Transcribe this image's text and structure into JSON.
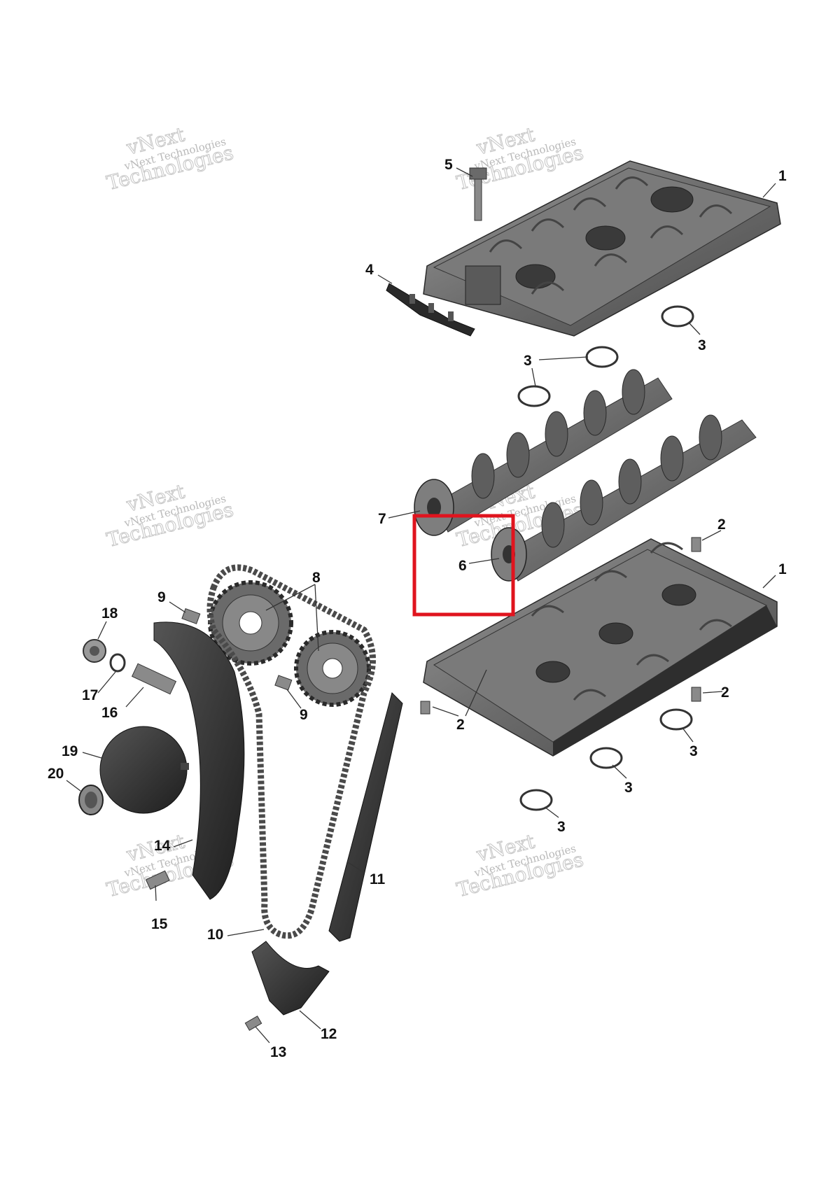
{
  "watermark": {
    "line1": "vNext Technologies",
    "line2": "Technologies",
    "line3": "vNext"
  },
  "callouts": {
    "c1_top": "1",
    "c1_bottom": "1",
    "c2_a": "2",
    "c2_b": "2",
    "c2_c": "2",
    "c3_a": "3",
    "c3_b": "3",
    "c3_c": "3",
    "c3_d": "3",
    "c3_e": "3",
    "c4": "4",
    "c5": "5",
    "c6": "6",
    "c7": "7",
    "c8": "8",
    "c9_a": "9",
    "c9_b": "9",
    "c10": "10",
    "c11": "11",
    "c12": "12",
    "c13": "13",
    "c14": "14",
    "c15": "15",
    "c16": "16",
    "c17": "17",
    "c18": "18",
    "c19": "19",
    "c20": "20"
  },
  "highlight": {
    "color": "#e0141e",
    "target_callout": "6"
  },
  "colors": {
    "part_fill": "#6b6b6b",
    "part_dark": "#3a3a3a",
    "chain": "#4a4a4a"
  }
}
